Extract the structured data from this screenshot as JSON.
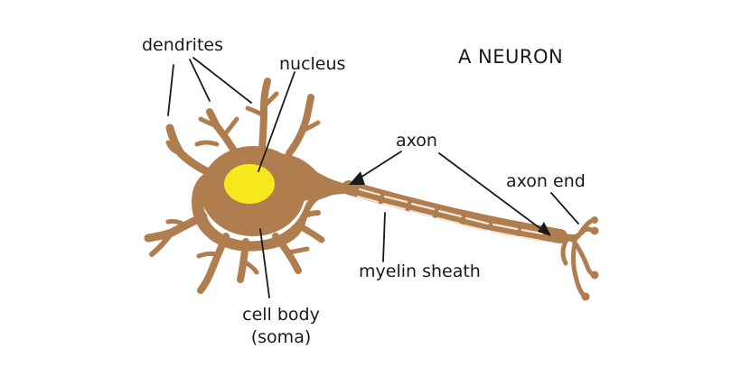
{
  "title": "A NEURON",
  "labels": {
    "dendrites": "dendrites",
    "nucleus": "nucleus",
    "axon": "axon",
    "axon_end": "axon end",
    "myelin_sheath": "myelin sheath",
    "cell_body_line1": "cell body",
    "cell_body_line2": "(soma)"
  },
  "colors": {
    "cell": "#b07d4e",
    "nucleus": "#f5e91e",
    "myelin_stripe": "#f3e6d6",
    "line": "#1a1a1a",
    "background": "#ffffff"
  }
}
